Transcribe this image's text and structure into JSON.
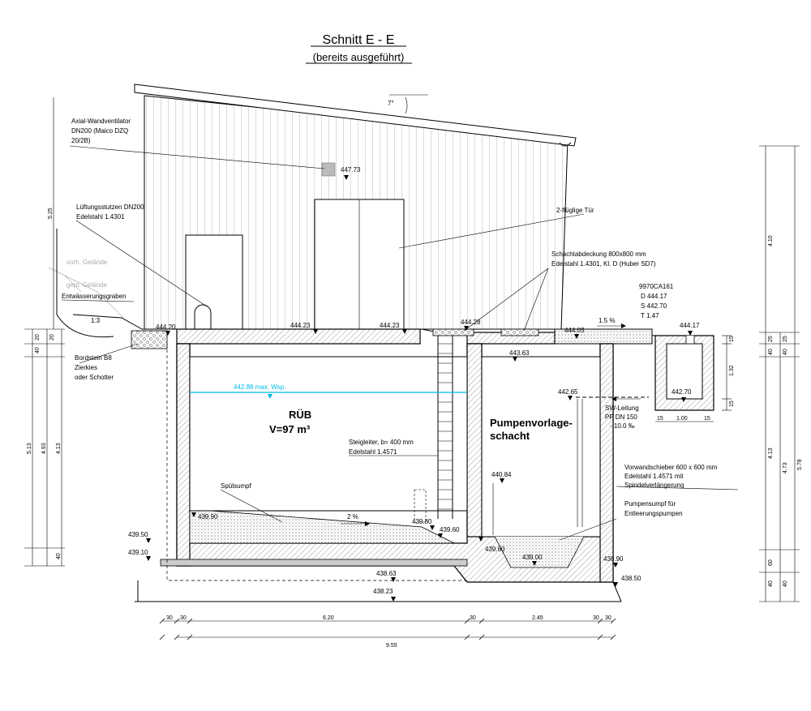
{
  "title": "Schnitt E - E",
  "subtitle": "(bereits ausgeführt)",
  "labels": {
    "ventilator_1": "Axial-Wandventilator",
    "ventilator_2": "DN200 (Maico DZQ",
    "ventilator_3": "20/2B)",
    "stutzen_1": "Lüftungsstutzen DN200",
    "stutzen_2": "Edelstahl 1.4301",
    "tuer": "2-flüglige Tür",
    "schacht_1": "Schachtabdeckung 800x800 mm",
    "schacht_2": "Edelstahl 1.4301, Kl. D (Huber SD7)",
    "vorh_gelaende": "vorh. Gelände",
    "gepl_gelaende": "gepl. Gelände",
    "graben": "Entwässerungsgraben",
    "slope": "1:3",
    "bord_1": "Bordstein B8",
    "bord_2": "Zierkies",
    "bord_3": "oder Schotter",
    "rueb_1": "RÜB",
    "rueb_2": "V=97 m³",
    "wsp": "442.88 max. Wsp.",
    "pump_1": "Pumpenvorlage-",
    "pump_2": "schacht",
    "leiter_1": "Steigleiter, b= 400 mm",
    "leiter_2": "Edelstahl 1.4571",
    "spuel": "Spülsumpf",
    "gefaelle1": "2 %",
    "gefaelle2": "1.5 %",
    "sw_1": "SW-Leitung",
    "sw_2": "PP DN 150",
    "sw_3": "- 10.0 ‰",
    "schieber_1": "Vorwandschieber 600 x 600 mm",
    "schieber_2": "Edelstahl 1.4571 mit",
    "schieber_3": "Spindelverlängerung",
    "sumpf_1": "Pumpensumpf für",
    "sumpf_2": "Entleerungspumpen",
    "mh_1": "9970CA161",
    "mh_2": "D 444.17",
    "mh_3": "S 442.70",
    "mh_4": "T    1.47",
    "angle": "7°"
  },
  "elevations": {
    "e44773": "447.73",
    "e44420": "444.20",
    "e44423a": "444.23",
    "e44423b": "444.23",
    "e44428": "444.28",
    "e44403": "444.03",
    "e44417": "444.17",
    "e44363": "443.63",
    "e44265": "442.65",
    "e44270": "442.70",
    "e44084": "440.84",
    "e43990": "439.90",
    "e43980": "439.80",
    "e43960a": "439.60",
    "e43960b": "439.60",
    "e43900": "439.00",
    "e43890": "438.90",
    "e43850": "438.50",
    "e43863": "438.63",
    "e43823": "438.23",
    "e43950": "439.50",
    "e43910": "439.10"
  },
  "dims": {
    "d30a": "30",
    "d30b": "30",
    "d620": "6.20",
    "d30c": "30",
    "d245": "2.45",
    "d30d": "30",
    "d30e": "30",
    "d955": "9.55",
    "l525": "5.25",
    "l20a": "20",
    "l40a": "40",
    "l20b": "20",
    "l513": "5.13",
    "l493": "4.93",
    "l413": "4.13",
    "l40b": "40",
    "r410": "4.10",
    "r25a": "25",
    "r25b": "25",
    "r40a": "40",
    "r40b": "40",
    "r413": "4.13",
    "r473": "4.73",
    "r578": "5.78",
    "r60": "60",
    "r40c": "40",
    "r40d": "40",
    "s15a": "15",
    "s132": "1.32",
    "s15b": "15",
    "s15c": "15",
    "s100": "1.00",
    "s15d": "15"
  },
  "colors": {
    "water": "#00b8e6",
    "line": "#000000",
    "hatch": "#666666"
  }
}
